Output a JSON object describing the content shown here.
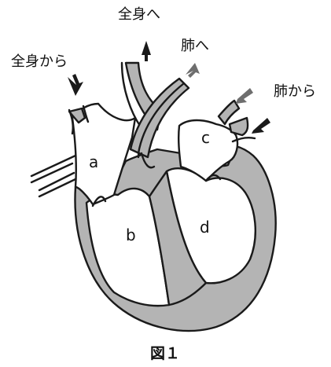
{
  "labels": {
    "to_body": "全身へ",
    "from_body": "全身から",
    "to_lungs": "肺へ",
    "from_lungs": "肺から"
  },
  "chambers": {
    "a": "a",
    "b": "b",
    "c": "c",
    "d": "d"
  },
  "caption": "図１",
  "colors": {
    "wall": "#b4b4b4",
    "outline": "#1a1a1a",
    "arrow_dark": "#1a1a1a",
    "arrow_grey": "#6e6e6e"
  }
}
